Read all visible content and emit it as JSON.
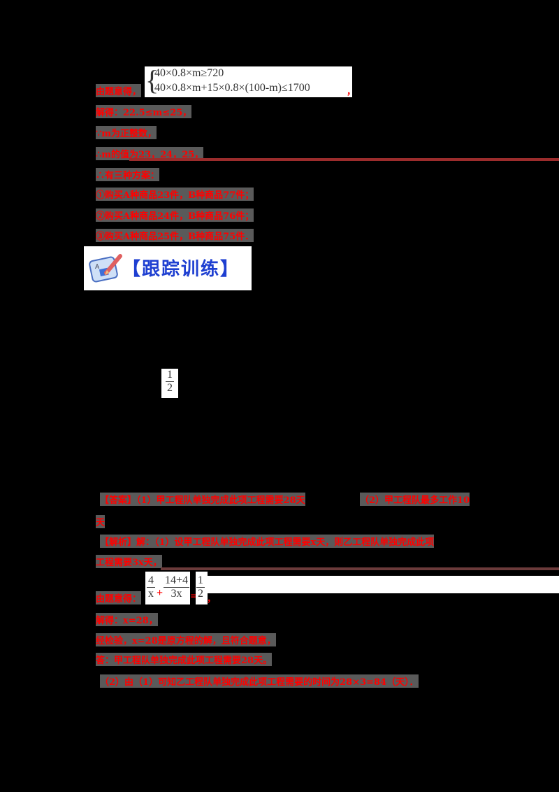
{
  "sol1": {
    "intro_label": "由题意得，",
    "system": {
      "line1": "40×0.8×m≥720",
      "line2": "40×0.8×m+15×0.8×(100-m)≤1700",
      "trail": "，"
    },
    "solve": "解得：22.5≤m≤25，",
    "integer": "∵m为正整数，",
    "values": "∴m的值为23，24，25，",
    "schemes": "∴有三种方案：",
    "options": [
      "①购买A种商品23件，B种商品77件；",
      "②购买A种商品24件，B种商品76件；",
      "③购买A种商品25件，B种商品75件．"
    ]
  },
  "banner": {
    "title": "【跟踪训练】",
    "icon": "pencil-paper-icon"
  },
  "fraction_small": {
    "num": "1",
    "den": "2"
  },
  "sol2": {
    "answer_line1": "【答案】（1）甲工程队单独完成此项工程需要28天",
    "answer_line1b": "（2）甲工程队最多工作10",
    "answer_line2": "天",
    "analysis_line1": "【解析】解：（1）设甲工程队单独完成此项工程需要x天，则乙工程队单独完成此项",
    "analysis_line2": "工程需要3x天，",
    "equation_label": "由题意得：",
    "equation": {
      "f1_num": "4",
      "f1_den": "x",
      "op1": "+",
      "f2_num": "14+4",
      "f2_den": "3x",
      "eq": "=",
      "f3_num": "1",
      "f3_den": "2",
      "trail": "，"
    },
    "solve": "解得：x=28，",
    "check": "经检验，x=28是原方程的解，且符合题意，",
    "conclusion": "答：甲工程队单独完成此项工程需要28天。",
    "part2": "（2）由（1）可知乙工程队单独完成此项工程需要的时间为28×3=84（天）．"
  }
}
